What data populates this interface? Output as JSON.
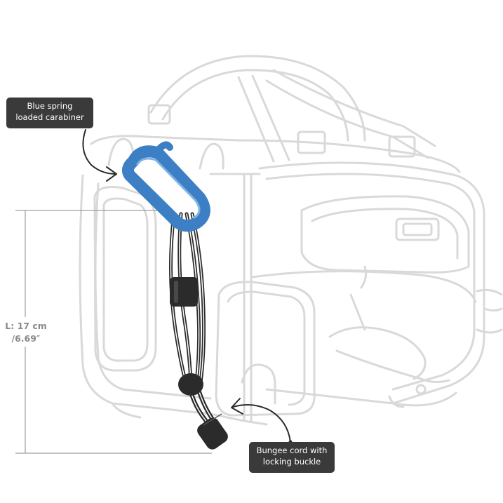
{
  "callouts": {
    "carabiner": {
      "line1": "Blue spring",
      "line2": "loaded carabiner"
    },
    "bungee": {
      "line1": "Bungee cord with",
      "line2": "locking buckle"
    }
  },
  "dimension": {
    "line1": "L: 17 cm",
    "line2": "/6.69″"
  },
  "colors": {
    "carabiner": "#3d7fc4",
    "cord": "#2b2b2b",
    "bag_outline": "#d9d9d9",
    "callout_bg": "#3a3a3a",
    "dimension": "#8a8a8a"
  }
}
